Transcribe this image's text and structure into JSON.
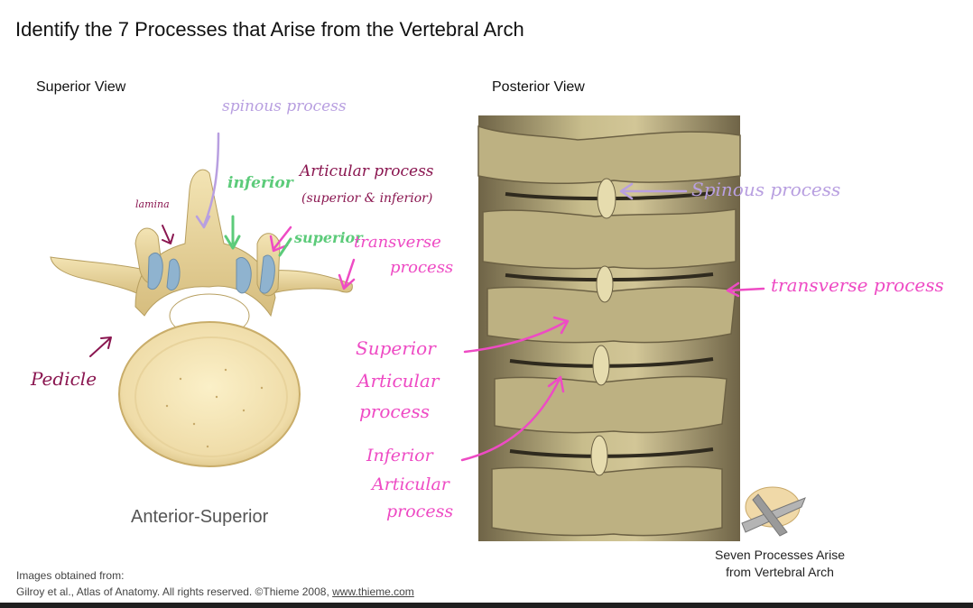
{
  "title": "Identify the 7 Processes that Arise from the Vertebral Arch",
  "views": {
    "superior": "Superior View",
    "posterior": "Posterior View",
    "anterior_superior": "Anterior-Superior"
  },
  "annotations_superior": {
    "spinous": "spinous process",
    "inferior": "inferior",
    "articular": "Articular process",
    "articular_sub": "(superior & inferior)",
    "superior": "superior",
    "lamina": "lamina",
    "transverse_1": "transverse",
    "transverse_2": "process",
    "pedicle": "Pedicle"
  },
  "annotations_posterior": {
    "spinous": "Spinous process",
    "transverse": "transverse process",
    "sup_art_1": "Superior",
    "sup_art_2": "Articular",
    "sup_art_3": "process",
    "inf_art_1": "Inferior",
    "inf_art_2": "Articular",
    "inf_art_3": "process"
  },
  "caption": {
    "line1": "Seven Processes Arise",
    "line2": "from Vertebral Arch"
  },
  "credits": {
    "line1": "Images obtained from:",
    "line2": "Gilroy et al., Atlas of Anatomy.  All rights reserved. ©Thieme 2008, ",
    "link": "www.thieme.com"
  },
  "colors": {
    "lavender": "#b89fe0",
    "pink": "#ee4bc4",
    "green": "#5ccb7a",
    "maroon": "#8a1650",
    "bone": "#d9c792",
    "cartilage": "#8fb3cf"
  }
}
